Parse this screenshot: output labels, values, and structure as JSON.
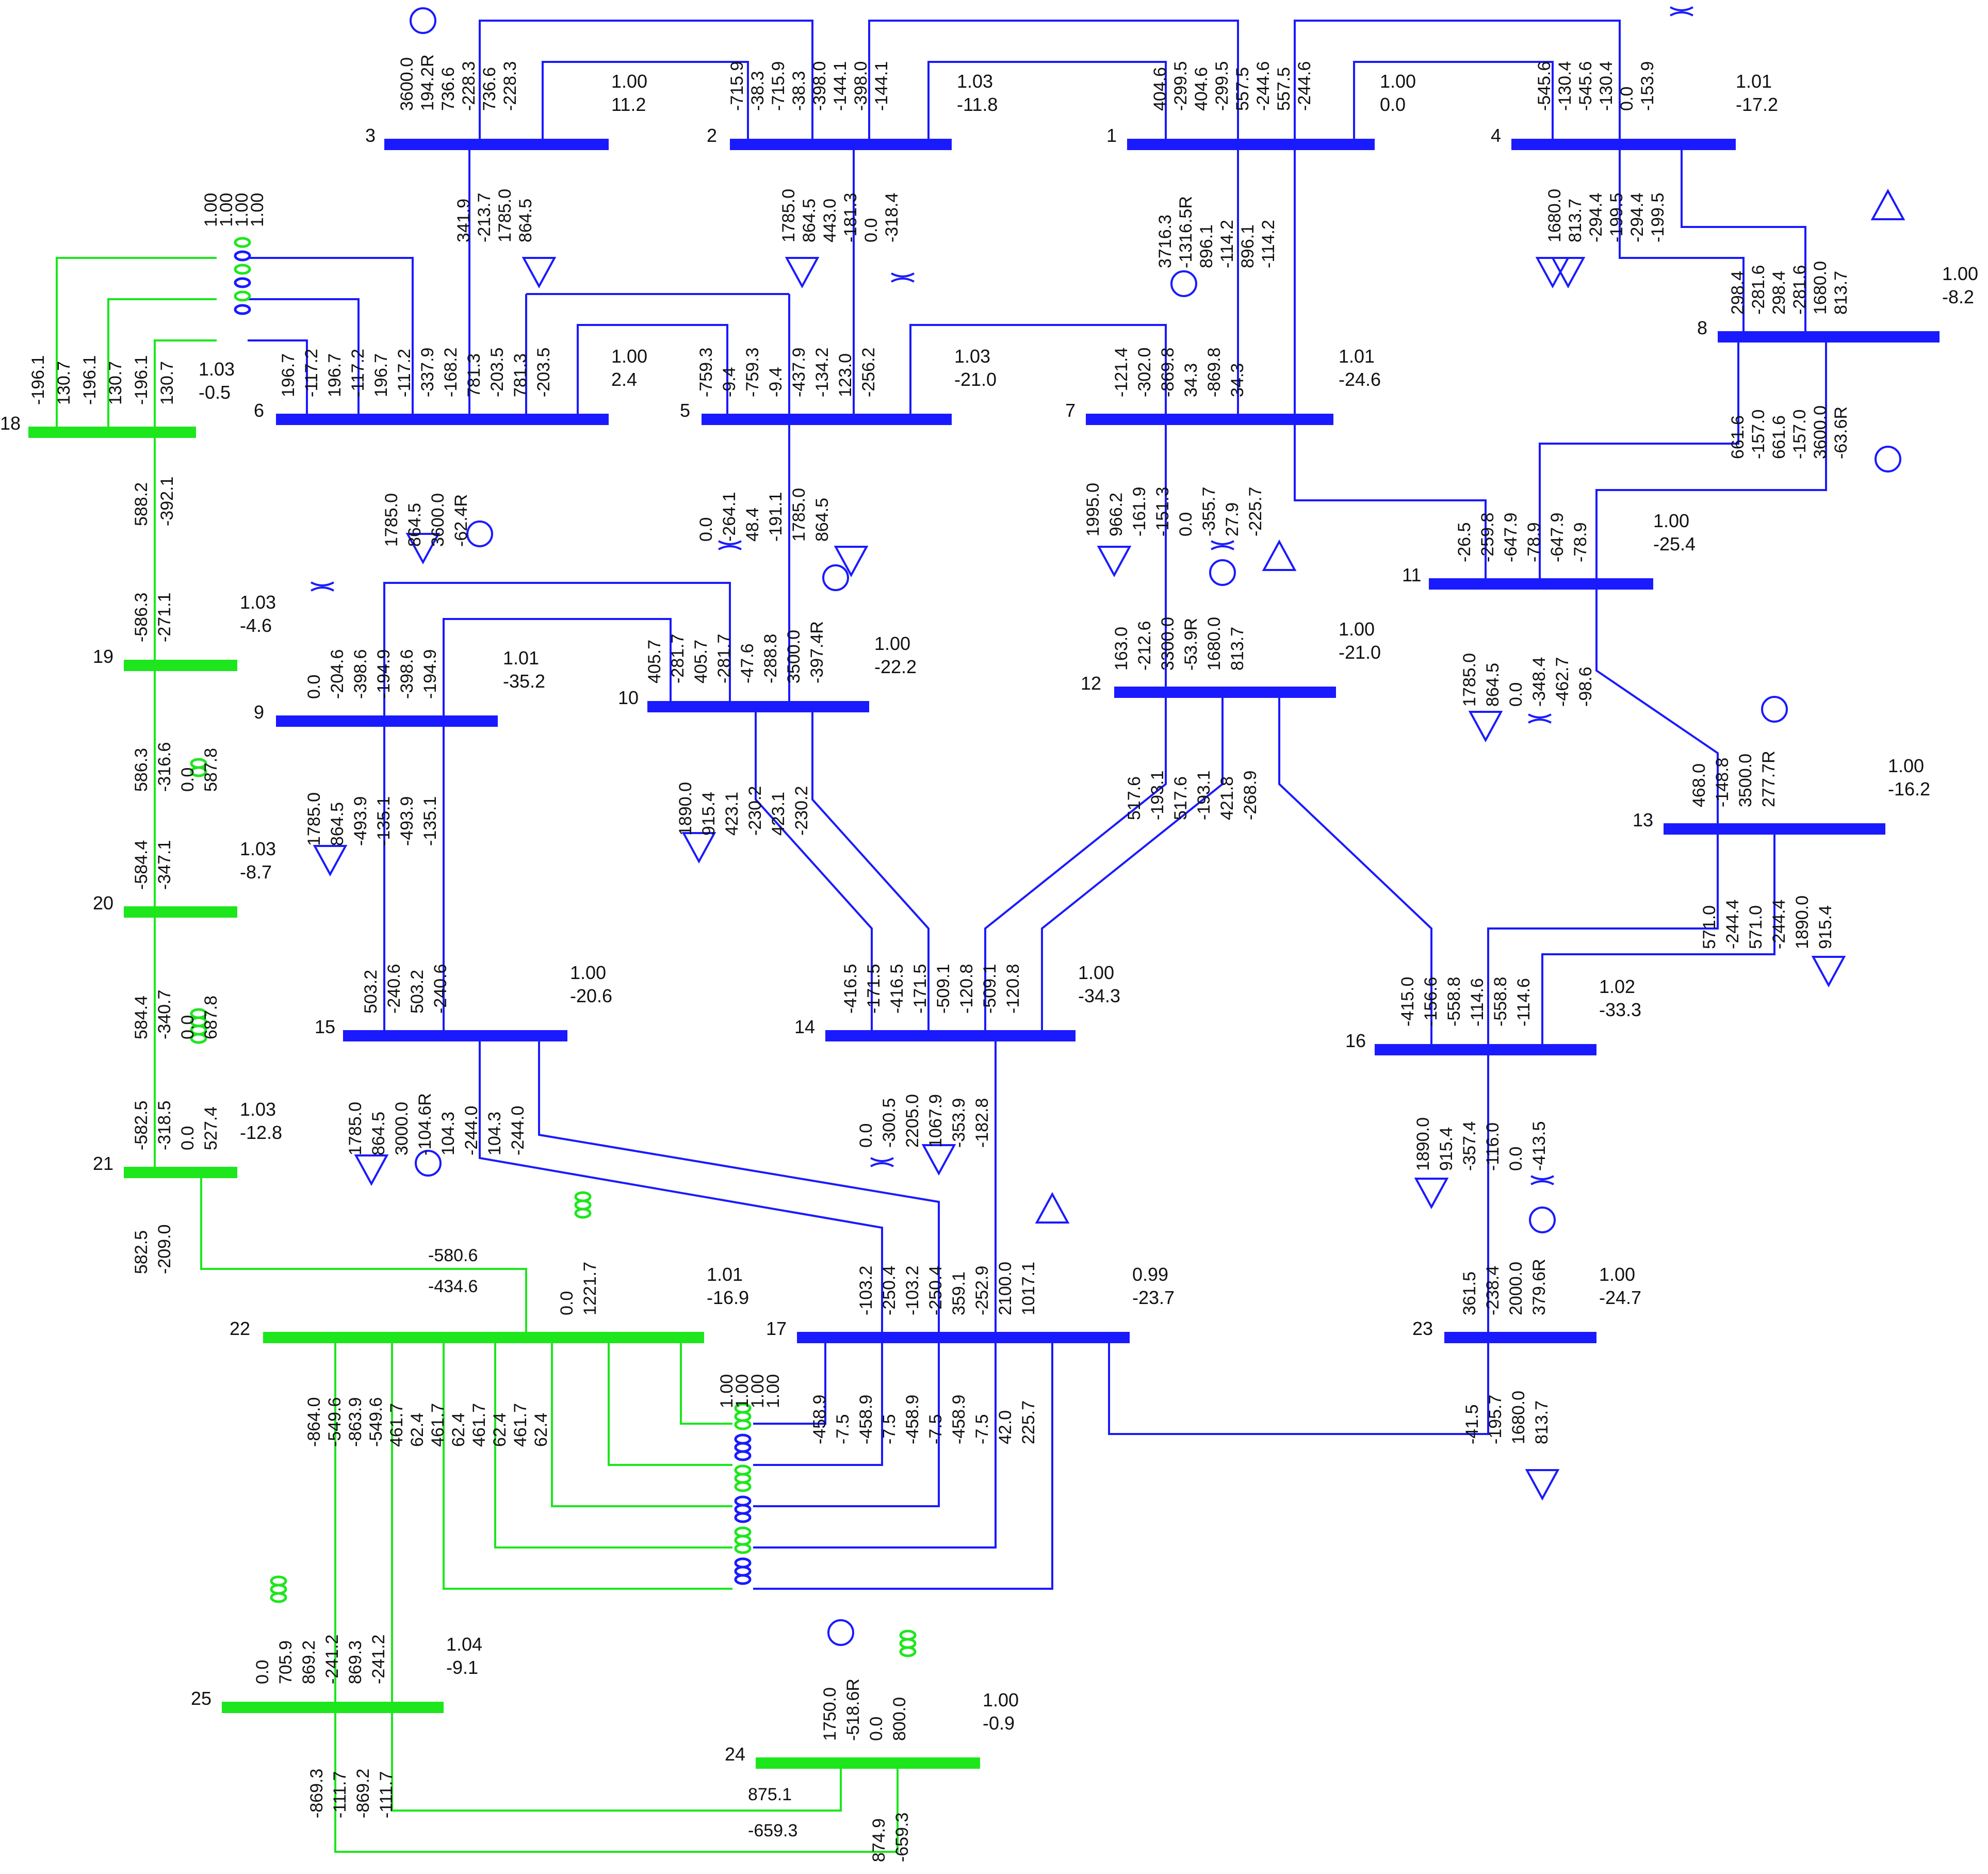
{
  "colors": {
    "hv": "#1a1aff",
    "lv": "#1de61d",
    "text": "#111111"
  },
  "buses": [
    {
      "id": "1",
      "v": "1.00",
      "a": "0.0"
    },
    {
      "id": "2",
      "v": "1.03",
      "a": "-11.8"
    },
    {
      "id": "3",
      "v": "1.00",
      "a": "11.2"
    },
    {
      "id": "4",
      "v": "1.01",
      "a": "-17.2"
    },
    {
      "id": "5",
      "v": "1.03",
      "a": "-21.0"
    },
    {
      "id": "6",
      "v": "1.00",
      "a": "2.4"
    },
    {
      "id": "7",
      "v": "1.01",
      "a": "-24.6"
    },
    {
      "id": "8",
      "v": "1.00",
      "a": "-8.2"
    },
    {
      "id": "9",
      "v": "1.01",
      "a": "-35.2"
    },
    {
      "id": "10",
      "v": "1.00",
      "a": "-22.2"
    },
    {
      "id": "11",
      "v": "1.00",
      "a": "-25.4"
    },
    {
      "id": "12",
      "v": "1.00",
      "a": "-21.0"
    },
    {
      "id": "13",
      "v": "1.00",
      "a": "-16.2"
    },
    {
      "id": "14",
      "v": "1.00",
      "a": "-34.3"
    },
    {
      "id": "15",
      "v": "1.00",
      "a": "-20.6"
    },
    {
      "id": "16",
      "v": "1.02",
      "a": "-33.3"
    },
    {
      "id": "17",
      "v": "0.99",
      "a": "-23.7"
    },
    {
      "id": "18",
      "v": "1.03",
      "a": "-0.5"
    },
    {
      "id": "19",
      "v": "1.03",
      "a": "-4.6"
    },
    {
      "id": "20",
      "v": "1.03",
      "a": "-8.7"
    },
    {
      "id": "21",
      "v": "1.03",
      "a": "-12.8"
    },
    {
      "id": "22",
      "v": "1.01",
      "a": "-16.9"
    },
    {
      "id": "23",
      "v": "1.00",
      "a": "-24.7"
    },
    {
      "id": "24",
      "v": "1.00",
      "a": "-0.9"
    },
    {
      "id": "25",
      "v": "1.04",
      "a": "-9.1"
    }
  ],
  "labels": {
    "b3": [
      "3600.0",
      "194.2R",
      "736.6",
      "-228.3",
      "736.6",
      "-228.3"
    ],
    "b3d": [
      "341.9",
      "-213.7",
      "1785.0",
      "864.5"
    ],
    "b2": [
      "-715.9",
      "-38.3",
      "-715.9",
      "-38.3",
      "-398.0",
      "-144.1",
      "-398.0",
      "-144.1"
    ],
    "b2d": [
      "1785.0",
      "864.5",
      "443.0",
      "-181.3",
      "0.0",
      "-318.4"
    ],
    "b1": [
      "404.6",
      "-299.5",
      "404.6",
      "-299.5",
      "557.5",
      "-244.6",
      "557.5",
      "-244.6"
    ],
    "b1d": [
      "3716.3",
      "-1316.5R",
      "896.1",
      "-114.2",
      "896.1",
      "-114.2"
    ],
    "b4": [
      "-545.6",
      "-130.4",
      "-545.6",
      "-130.4",
      "0.0",
      "-153.9"
    ],
    "b4d": [
      "1680.0",
      "813.7",
      "-294.4",
      "-199.5",
      "-294.4",
      "-199.5"
    ],
    "b8": [
      "298.4",
      "-281.6",
      "298.4",
      "-281.6",
      "1680.0",
      "813.7"
    ],
    "b8d": [
      "661.6",
      "-157.0",
      "661.6",
      "-157.0",
      "3600.0",
      "-63.6R"
    ],
    "b6": [
      "196.7",
      "-117.2",
      "196.7",
      "-117.2",
      "196.7",
      "-117.2",
      "-337.9",
      "-168.2",
      "781.3",
      "-203.5",
      "781.3",
      "-203.5"
    ],
    "b6d": [
      "1785.0",
      "864.5",
      "3600.0",
      "-62.4R"
    ],
    "b18": [
      "-196.1",
      "130.7",
      "-196.1",
      "130.7",
      "-196.1",
      "130.7"
    ],
    "b5": [
      "-759.3",
      "-9.4",
      "-759.3",
      "-9.4",
      "-437.9",
      "-134.2",
      "123.0",
      "-256.2"
    ],
    "b5d": [
      "0.0",
      "-264.1",
      "48.4",
      "-191.1",
      "1785.0",
      "864.5"
    ],
    "b7": [
      "-121.4",
      "-302.0",
      "-869.8",
      "34.3",
      "-869.8",
      "34.3"
    ],
    "b7d": [
      "1995.0",
      "966.2",
      "-161.9",
      "-151.3",
      "0.0",
      "-355.7",
      "27.9",
      "-225.7"
    ],
    "b11": [
      "-26.5",
      "-259.8",
      "-647.9",
      "-78.9",
      "-647.9",
      "-78.9"
    ],
    "b11d": [
      "1785.0",
      "864.5",
      "0.0",
      "-348.4",
      "-462.7",
      "-98.6"
    ],
    "b19": [
      "-586.3",
      "-271.1"
    ],
    "b19d": [
      "586.3",
      "-316.6",
      "0.0",
      "587.8"
    ],
    "b18d": [
      "588.2",
      "-392.1"
    ],
    "b9": [
      "0.0",
      "-204.6",
      "-398.6",
      "-194.9",
      "-398.6",
      "-194.9"
    ],
    "b9d": [
      "1785.0",
      "864.5",
      "-493.9",
      "-135.1",
      "-493.9",
      "-135.1"
    ],
    "b10": [
      "405.7",
      "-281.7",
      "405.7",
      "-281.7",
      "-47.6",
      "-288.8",
      "3500.0",
      "-397.4R"
    ],
    "b10d": [
      "1890.0",
      "915.4",
      "423.1",
      "-230.2",
      "423.1",
      "-230.2"
    ],
    "b12": [
      "163.0",
      "-212.6",
      "3300.0",
      "-53.9R",
      "1680.0",
      "813.7"
    ],
    "b12d": [
      "517.6",
      "-193.1",
      "517.6",
      "-193.1",
      "421.8",
      "-268.9"
    ],
    "b13": [
      "468.0",
      "-148.8",
      "3500.0",
      "277.7R"
    ],
    "b13d": [
      "571.0",
      "-244.4",
      "571.0",
      "-244.4",
      "1890.0",
      "915.4"
    ],
    "b20": [
      "-584.4",
      "-347.1"
    ],
    "b20d": [
      "584.4",
      "-340.7",
      "0.0",
      "687.8"
    ],
    "b15": [
      "503.2",
      "-240.6",
      "503.2",
      "-240.6"
    ],
    "b15d": [
      "1785.0",
      "864.5",
      "3000.0",
      "-104.6R",
      "104.3",
      "-244.0",
      "104.3",
      "-244.0"
    ],
    "b14": [
      "-416.5",
      "-171.5",
      "-416.5",
      "-171.5",
      "-509.1",
      "-120.8",
      "-509.1",
      "-120.8"
    ],
    "b14d": [
      "0.0",
      "-300.5",
      "2205.0",
      "1067.9",
      "-353.9",
      "-182.8"
    ],
    "b16": [
      "-415.0",
      "-156.6",
      "-558.8",
      "-114.6",
      "-558.8",
      "-114.6"
    ],
    "b16d": [
      "1890.0",
      "915.4",
      "-357.4",
      "-116.0",
      "0.0",
      "-413.5"
    ],
    "b21": [
      "-582.5",
      "-318.5",
      "0.0",
      "527.4"
    ],
    "b21d": [
      "582.5",
      "-209.0"
    ],
    "b22line": [
      "-580.6",
      "-434.6"
    ],
    "b22": [
      "0.0",
      "1221.7"
    ],
    "b22d": [
      "-864.0",
      "-549.6",
      "-863.9",
      "-549.6",
      "461.7",
      "62.4",
      "461.7",
      "62.4",
      "461.7",
      "62.4",
      "461.7",
      "62.4"
    ],
    "b17": [
      "-103.2",
      "-250.4",
      "-103.2",
      "-250.4",
      "359.1",
      "-252.9",
      "2100.0",
      "1017.1"
    ],
    "b17d": [
      "-458.9",
      "-7.5",
      "-458.9",
      "-7.5",
      "-458.9",
      "-7.5",
      "-458.9",
      "-7.5",
      "42.0",
      "225.7"
    ],
    "b23": [
      "361.5",
      "-238.4",
      "2000.0",
      "379.6R"
    ],
    "b23d": [
      "-41.5",
      "-195.7",
      "1680.0",
      "813.7"
    ],
    "b25": [
      "0.0",
      "705.9",
      "869.2",
      "-241.2",
      "869.3",
      "-241.2"
    ],
    "b25d": [
      "-869.3",
      "-111.7",
      "-869.2",
      "-111.7"
    ],
    "b24": [
      "1750.0",
      "-518.6R",
      "0.0",
      "800.0"
    ],
    "b24line": [
      "875.1",
      "-659.3",
      "874.9",
      "-659.3"
    ],
    "xf": [
      "1.00",
      "1.00",
      "1.00",
      "1.00"
    ],
    "xf2": [
      "1.00",
      "1.00",
      "1.00",
      "1.00"
    ]
  }
}
